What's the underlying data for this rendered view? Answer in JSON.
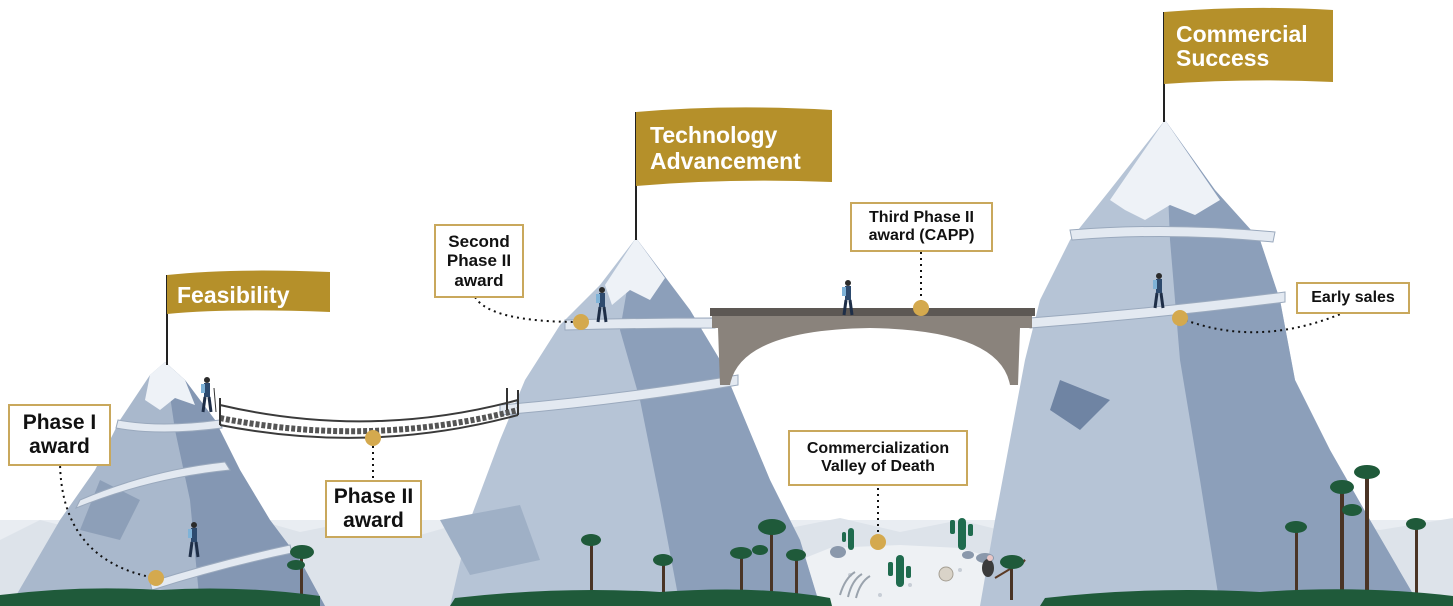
{
  "flags": {
    "feasibility": [
      "Feasibility"
    ],
    "technology": [
      "Technology",
      "Advancement"
    ],
    "commercial": [
      "Commercial",
      "Success"
    ]
  },
  "callouts": {
    "phase1": [
      "Phase I",
      "award"
    ],
    "phase2": [
      "Phase II",
      "award"
    ],
    "second_phase2": [
      "Second",
      "Phase II",
      "award"
    ],
    "third_phase2": [
      "Third Phase II",
      "award (CAPP)"
    ],
    "valley": [
      "Commercialization",
      "Valley of Death"
    ],
    "early_sales": [
      "Early sales"
    ]
  },
  "colors": {
    "flag": "#b5902a",
    "callout_border": "#c9a85c",
    "marker": "#d4a94e",
    "rock_light": "#c2cfe0",
    "rock_dark": "#8497b3",
    "snow": "#eef2f7",
    "tree": "#1f5a3a",
    "bridge": "#6e6862"
  },
  "icons": [
    "hiker-icon",
    "cactus-icon",
    "tree-icon",
    "vulture-icon",
    "bones-icon"
  ]
}
